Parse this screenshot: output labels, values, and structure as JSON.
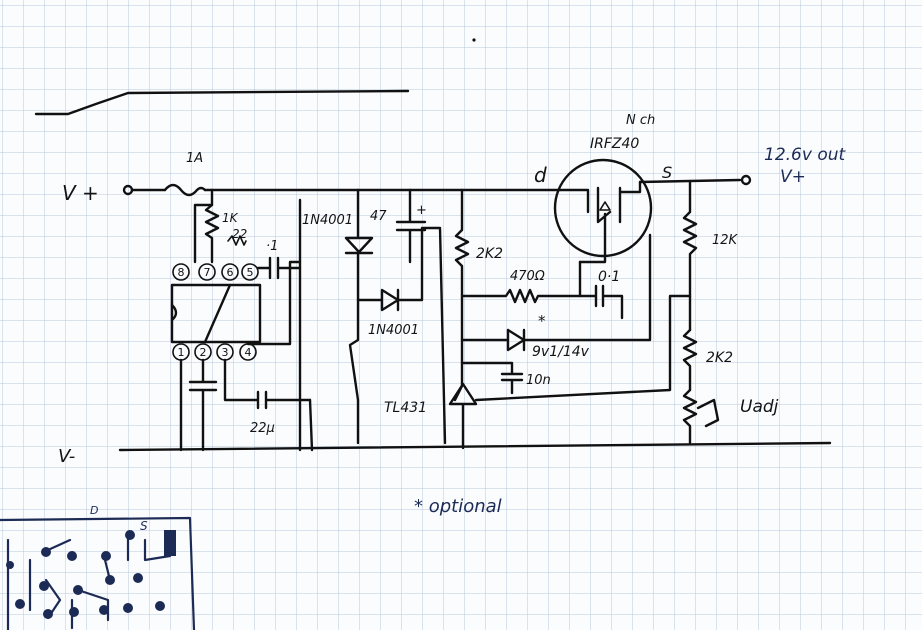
{
  "labels": {
    "fuse": "1A",
    "v_plus_in": "V +",
    "v_minus": "V-",
    "r1k": "1K",
    "r22": "22",
    "diode1": "1N4001",
    "cap47": "47",
    "cap_plus": "+",
    "cap01a": "·1",
    "diode2": "1N4001",
    "cap22u": "22μ",
    "r2k2_top": "2K2",
    "r470": "470Ω",
    "cap01b": "0·1",
    "zener": "9v1/14v",
    "zener_star": "*",
    "cap10n": "10n",
    "tl431": "TL431",
    "mosfet_type": "N ch",
    "mosfet_part": "IRFZ40",
    "drain": "d",
    "source": "S",
    "out_title": "12.6v out",
    "v_plus_out": "V+",
    "r12k": "12K",
    "r2k2_right": "2K2",
    "vadj": "Uadj",
    "optional_note": "* optional",
    "pcb_d": "D",
    "pcb_s": "S"
  },
  "ic_pins": {
    "top": [
      "8",
      "7",
      "6",
      "5"
    ],
    "bottom": [
      "1",
      "2",
      "3",
      "4"
    ]
  },
  "colors": {
    "ink": "#111111",
    "blue_ink": "#1c2b55",
    "grid": "#b8c8de",
    "paper": "#fbfcfd"
  }
}
